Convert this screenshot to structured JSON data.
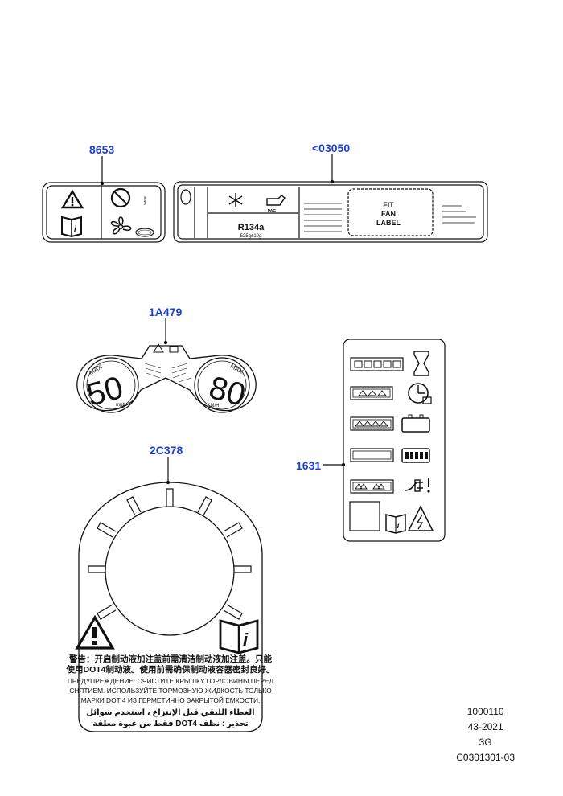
{
  "callouts": {
    "fan_label": "8653",
    "fit_fan_label": "<03050",
    "speed_label": "1A479",
    "brake_cap_label": "2C378",
    "charge_label": "1631"
  },
  "fit_fan_label": {
    "text_line1": "FIT",
    "text_line2": "FAN",
    "text_line3": "LABEL",
    "refrigerant": "R134a",
    "refrigerant_qty": "525g±10g",
    "oil_tag": "PAG"
  },
  "speed_label": {
    "left_value": "50",
    "left_max": "MAX",
    "left_unit": "mph",
    "right_value": "80",
    "right_max": "MAX",
    "right_unit": "KM/H"
  },
  "brake_cap": {
    "cn_line1": "警告：开启制动液加注盖前需清洁制动液加注盖。只能",
    "cn_line2": "使用DOT4制动液。使用前需确保制动液容器密封良好。",
    "ru_line1": "ПРЕДУПРЕЖДЕНИЕ: ОЧИСТИТЕ КРЫШКУ ГОРЛОВИНЫ ПЕРЕД",
    "ru_line2": "СНЯТИЕМ. ИСПОЛЬЗУЙТЕ ТОРМОЗНУЮ ЖИДКОСТЬ ТОЛЬКО",
    "ru_line3": "МАРКИ DOT 4 ИЗ ГЕРМЕТИЧНО ЗАКРЫТОЙ ЕМКОСТИ.",
    "ar_line1": "الغطاء اللبقي قبل الإنتزاع ، استخدم سوائل",
    "ar_line2": "فقط من عبوة مغلقة DOT4 تحذير : نظف"
  },
  "footer": {
    "line1": "1000110",
    "line2": "43-2021",
    "line3": "3G",
    "line4": "C0301301-03"
  },
  "colors": {
    "callout": "#1b3fd6",
    "ink": "#111111"
  }
}
